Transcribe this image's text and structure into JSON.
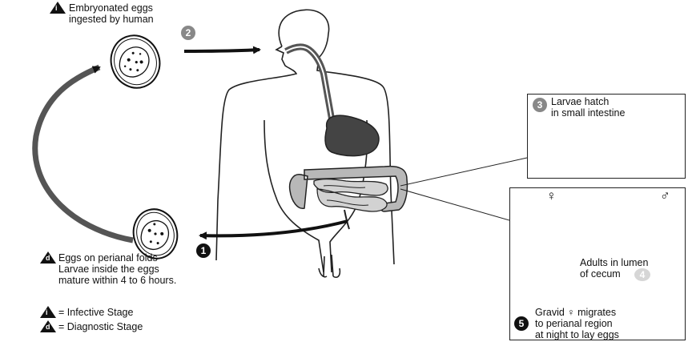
{
  "stages": {
    "step1": {
      "number": "1",
      "symbol": "d",
      "lines": [
        "Eggs on perianal folds",
        "Larvae inside the eggs",
        "mature within 4 to 6 hours."
      ]
    },
    "step2": {
      "number": "2",
      "symbol": "i",
      "lines": [
        "Embryonated eggs",
        "ingested by human"
      ]
    },
    "step3": {
      "number": "3",
      "lines": [
        "Larvae hatch",
        "in small intestine"
      ]
    },
    "step4": {
      "number": "4",
      "lines": [
        "Adults in lumen",
        "of cecum"
      ]
    },
    "step5": {
      "number": "5",
      "lines": [
        "Gravid ♀ migrates",
        "to perianal region",
        "at night to lay eggs"
      ]
    }
  },
  "sex_symbols": {
    "female": "♀",
    "male": "♂"
  },
  "legend": {
    "infective": {
      "symbol": "i",
      "label": "= Infective Stage"
    },
    "diagnostic": {
      "symbol": "d",
      "label": "= Diagnostic Stage"
    }
  },
  "colors": {
    "ink": "#111111",
    "gut_dark": "#555555",
    "colon": "#b8b8b8",
    "badge_grey": "#888888",
    "badge_light": "#d6d6d6"
  }
}
